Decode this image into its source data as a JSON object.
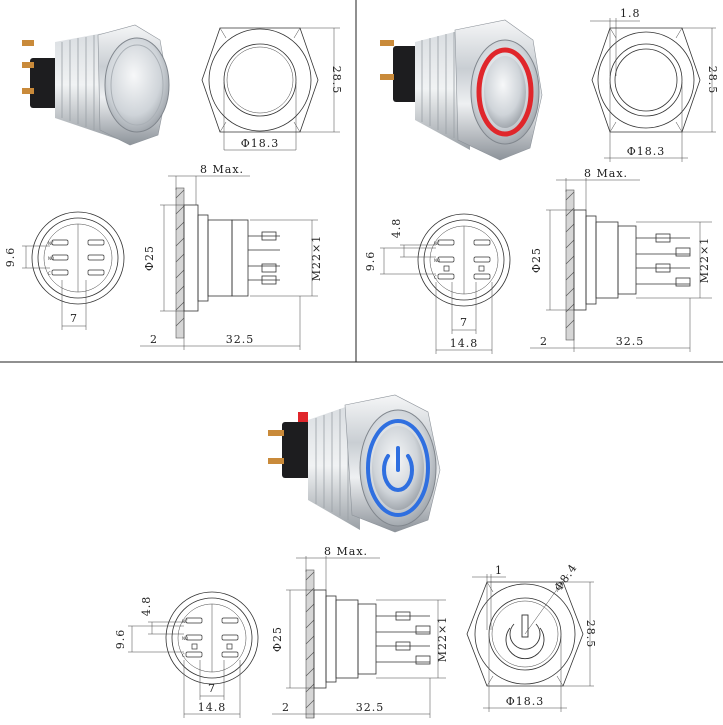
{
  "panels": [
    {
      "id": "flat",
      "ring_color": "",
      "labels": {
        "hex_height": "28.5",
        "front_dia": "Φ18.3",
        "panel_max": "8 Max.",
        "body_dia": "Φ25",
        "thread": "M22×1",
        "flange": "2",
        "length": "32.5",
        "pin_pitch_v": "9.6",
        "pin_pitch_h": "7"
      }
    },
    {
      "id": "ring",
      "ring_color": "#e0262b",
      "labels": {
        "ring_width": "1.8",
        "hex_height": "28.5",
        "front_dia": "Φ18.3",
        "panel_max": "8 Max.",
        "body_dia": "Φ25",
        "thread": "M22×1",
        "flange": "2",
        "length": "32.5",
        "pin_pitch_v": "9.6",
        "pin_pitch_a": "4.8",
        "pin_pitch_h": "7",
        "pin_span": "14.8"
      }
    },
    {
      "id": "power",
      "ring_color": "#2f6fe0",
      "labels": {
        "panel_max": "8 Max.",
        "body_dia": "Φ25",
        "thread": "M22×1",
        "flange": "2",
        "length": "32.5",
        "pin_pitch_v": "9.6",
        "pin_pitch_a": "4.8",
        "pin_pitch_h": "7",
        "pin_span": "14.8",
        "ring_width": "1",
        "symbol_dia": "Φ8.4",
        "hex_height": "28.5",
        "front_dia": "Φ18.3"
      }
    }
  ],
  "terminal_marks": [
    "C",
    "NC",
    "NO",
    "C",
    "NC",
    "NO"
  ],
  "colors": {
    "steel_light": "#e9ecef",
    "steel_mid": "#b7bcc2",
    "steel_dark": "#7b8189",
    "base_black": "#1d1d1f",
    "pin_gold": "#c98a3a"
  },
  "icons": [
    "power-symbol-icon"
  ]
}
